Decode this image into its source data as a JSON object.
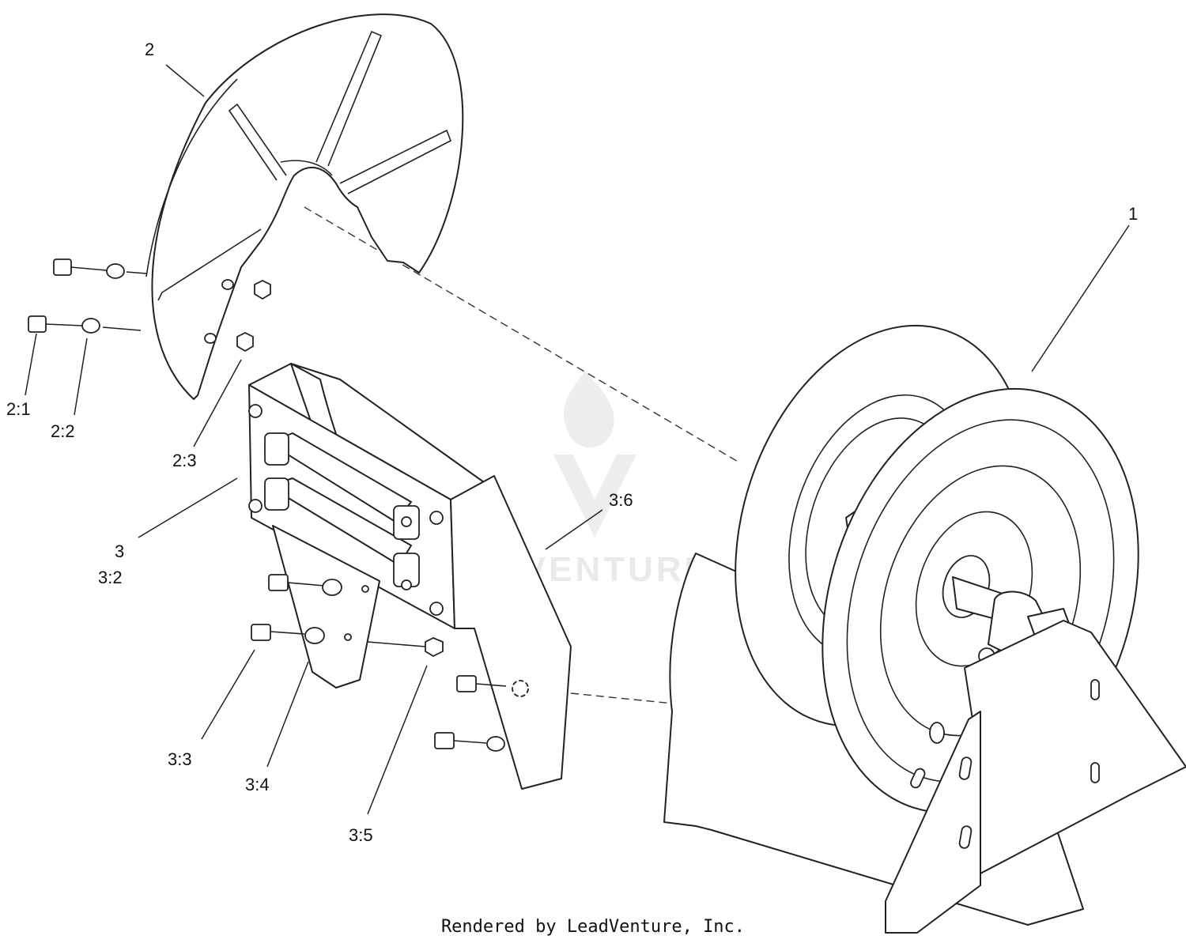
{
  "watermark": {
    "text": "LEADVENTURE"
  },
  "footer": {
    "text": "Rendered by LeadVenture, Inc."
  },
  "callouts": {
    "c1": "1",
    "c2": "2",
    "c2_1": "2:1",
    "c2_2": "2:2",
    "c2_3": "2:3",
    "c3": "3",
    "c3_2": "3:2",
    "c3_3": "3:3",
    "c3_4": "3:4",
    "c3_5": "3:5",
    "c3_6": "3:6"
  }
}
